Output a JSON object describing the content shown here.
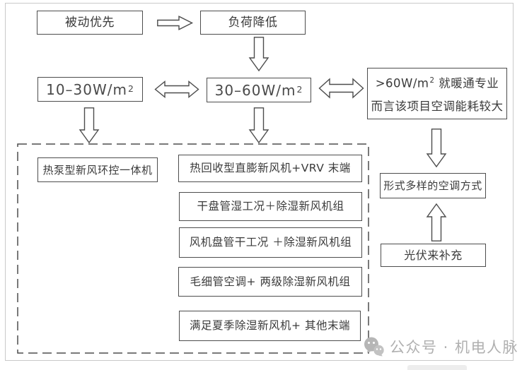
{
  "page": {
    "background": "#ffffff",
    "frame_color": "#c9c9c9",
    "line_color": "#4d4d4d",
    "text_color": "#3a3a3a"
  },
  "diagram": {
    "passive": "被动优先",
    "load": "负荷降低",
    "range_low": {
      "base": "10–30W/m",
      "sup": "2"
    },
    "range_mid": {
      "base": "30–60W/m",
      "sup": "2"
    },
    "range_high": {
      "base": ">60W/m",
      "sup": "2",
      "rest": " 就暖通专业",
      "line2": "而言该项目空调能耗较大"
    },
    "heatpump": "热泵型新风环控一体机",
    "solutions": [
      "热回收型直膨新风机+VRV 末端",
      "干盘管湿工况＋除湿新风机组",
      "风机盘管干工况 ＋除湿新风机组",
      "毛细管空调+ 两级除湿新风机组",
      "满足夏季除湿新风机+ 其他末端"
    ],
    "diverse": "形式多样的空调方式",
    "pv": "光伏来补充"
  },
  "watermark": {
    "label": "公众号 · 机电人脉",
    "icon": "wechat-icon",
    "color": "#b0b0b0"
  }
}
